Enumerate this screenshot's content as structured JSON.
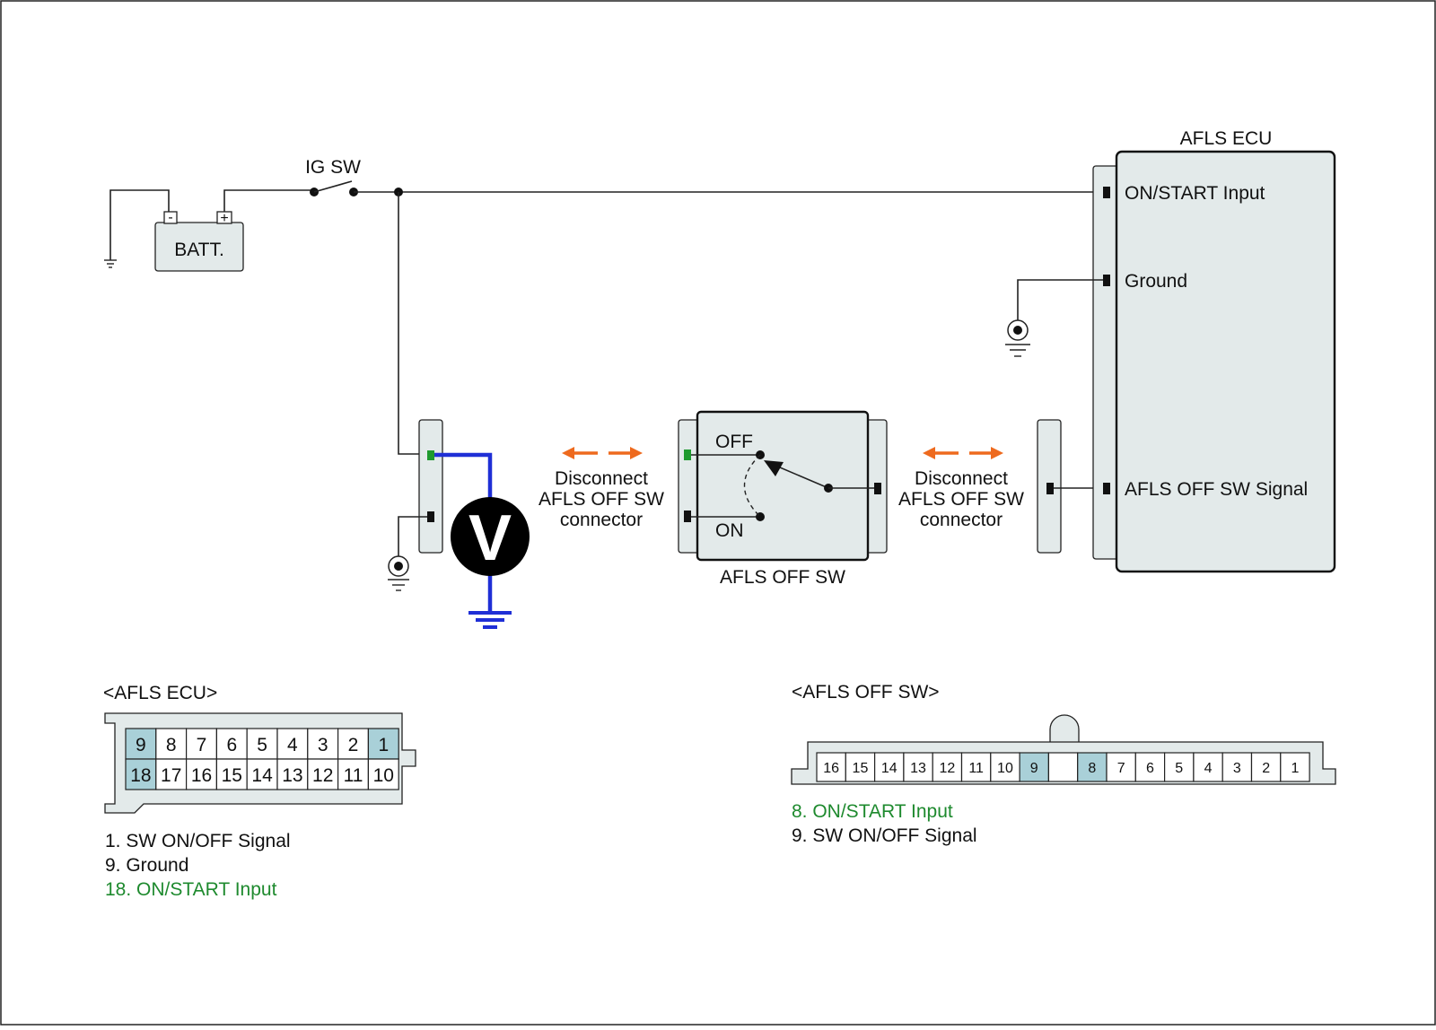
{
  "diagram": {
    "ig_sw_label": "IG SW",
    "battery_label": "BATT.",
    "battery_minus": "-",
    "battery_plus": "+",
    "ecu_title": "AFLS ECU",
    "ecu_pins": [
      "ON/START Input",
      "Ground",
      "AFLS OFF SW Signal"
    ],
    "switch_label": "AFLS OFF SW",
    "switch_off": "OFF",
    "switch_on": "ON",
    "voltmeter": "V",
    "disconnect_left": [
      "Disconnect",
      "AFLS OFF SW",
      "connector"
    ],
    "disconnect_right": [
      "Disconnect",
      "AFLS OFF SW",
      "connector"
    ]
  },
  "ecu_connector": {
    "title": "<AFLS ECU>",
    "top_row": [
      "9",
      "8",
      "7",
      "6",
      "5",
      "4",
      "3",
      "2",
      "1"
    ],
    "bottom_row": [
      "18",
      "17",
      "16",
      "15",
      "14",
      "13",
      "12",
      "11",
      "10"
    ],
    "highlighted": [
      "9",
      "1",
      "18"
    ],
    "legend": [
      {
        "text": "1. SW ON/OFF Signal",
        "color": "#111111"
      },
      {
        "text": "9. Ground",
        "color": "#111111"
      },
      {
        "text": "18. ON/START Input",
        "color": "#1e8a2e"
      }
    ]
  },
  "switch_connector": {
    "title": "<AFLS OFF SW>",
    "pins_left": [
      "16",
      "15",
      "14",
      "13",
      "12",
      "11",
      "10",
      "9"
    ],
    "pins_right": [
      "8",
      "7",
      "6",
      "5",
      "4",
      "3",
      "2",
      "1"
    ],
    "highlighted": [
      "9",
      "8"
    ],
    "legend": [
      {
        "text": "8. ON/START Input",
        "color": "#1e8a2e"
      },
      {
        "text": "9. SW ON/OFF Signal",
        "color": "#111111"
      }
    ]
  },
  "colors": {
    "highlight_pin": "#a9d0d8",
    "arrow": "#ee6a1e",
    "meter_wire": "#1f2fd6",
    "green_terminal": "#1e9a2e"
  }
}
